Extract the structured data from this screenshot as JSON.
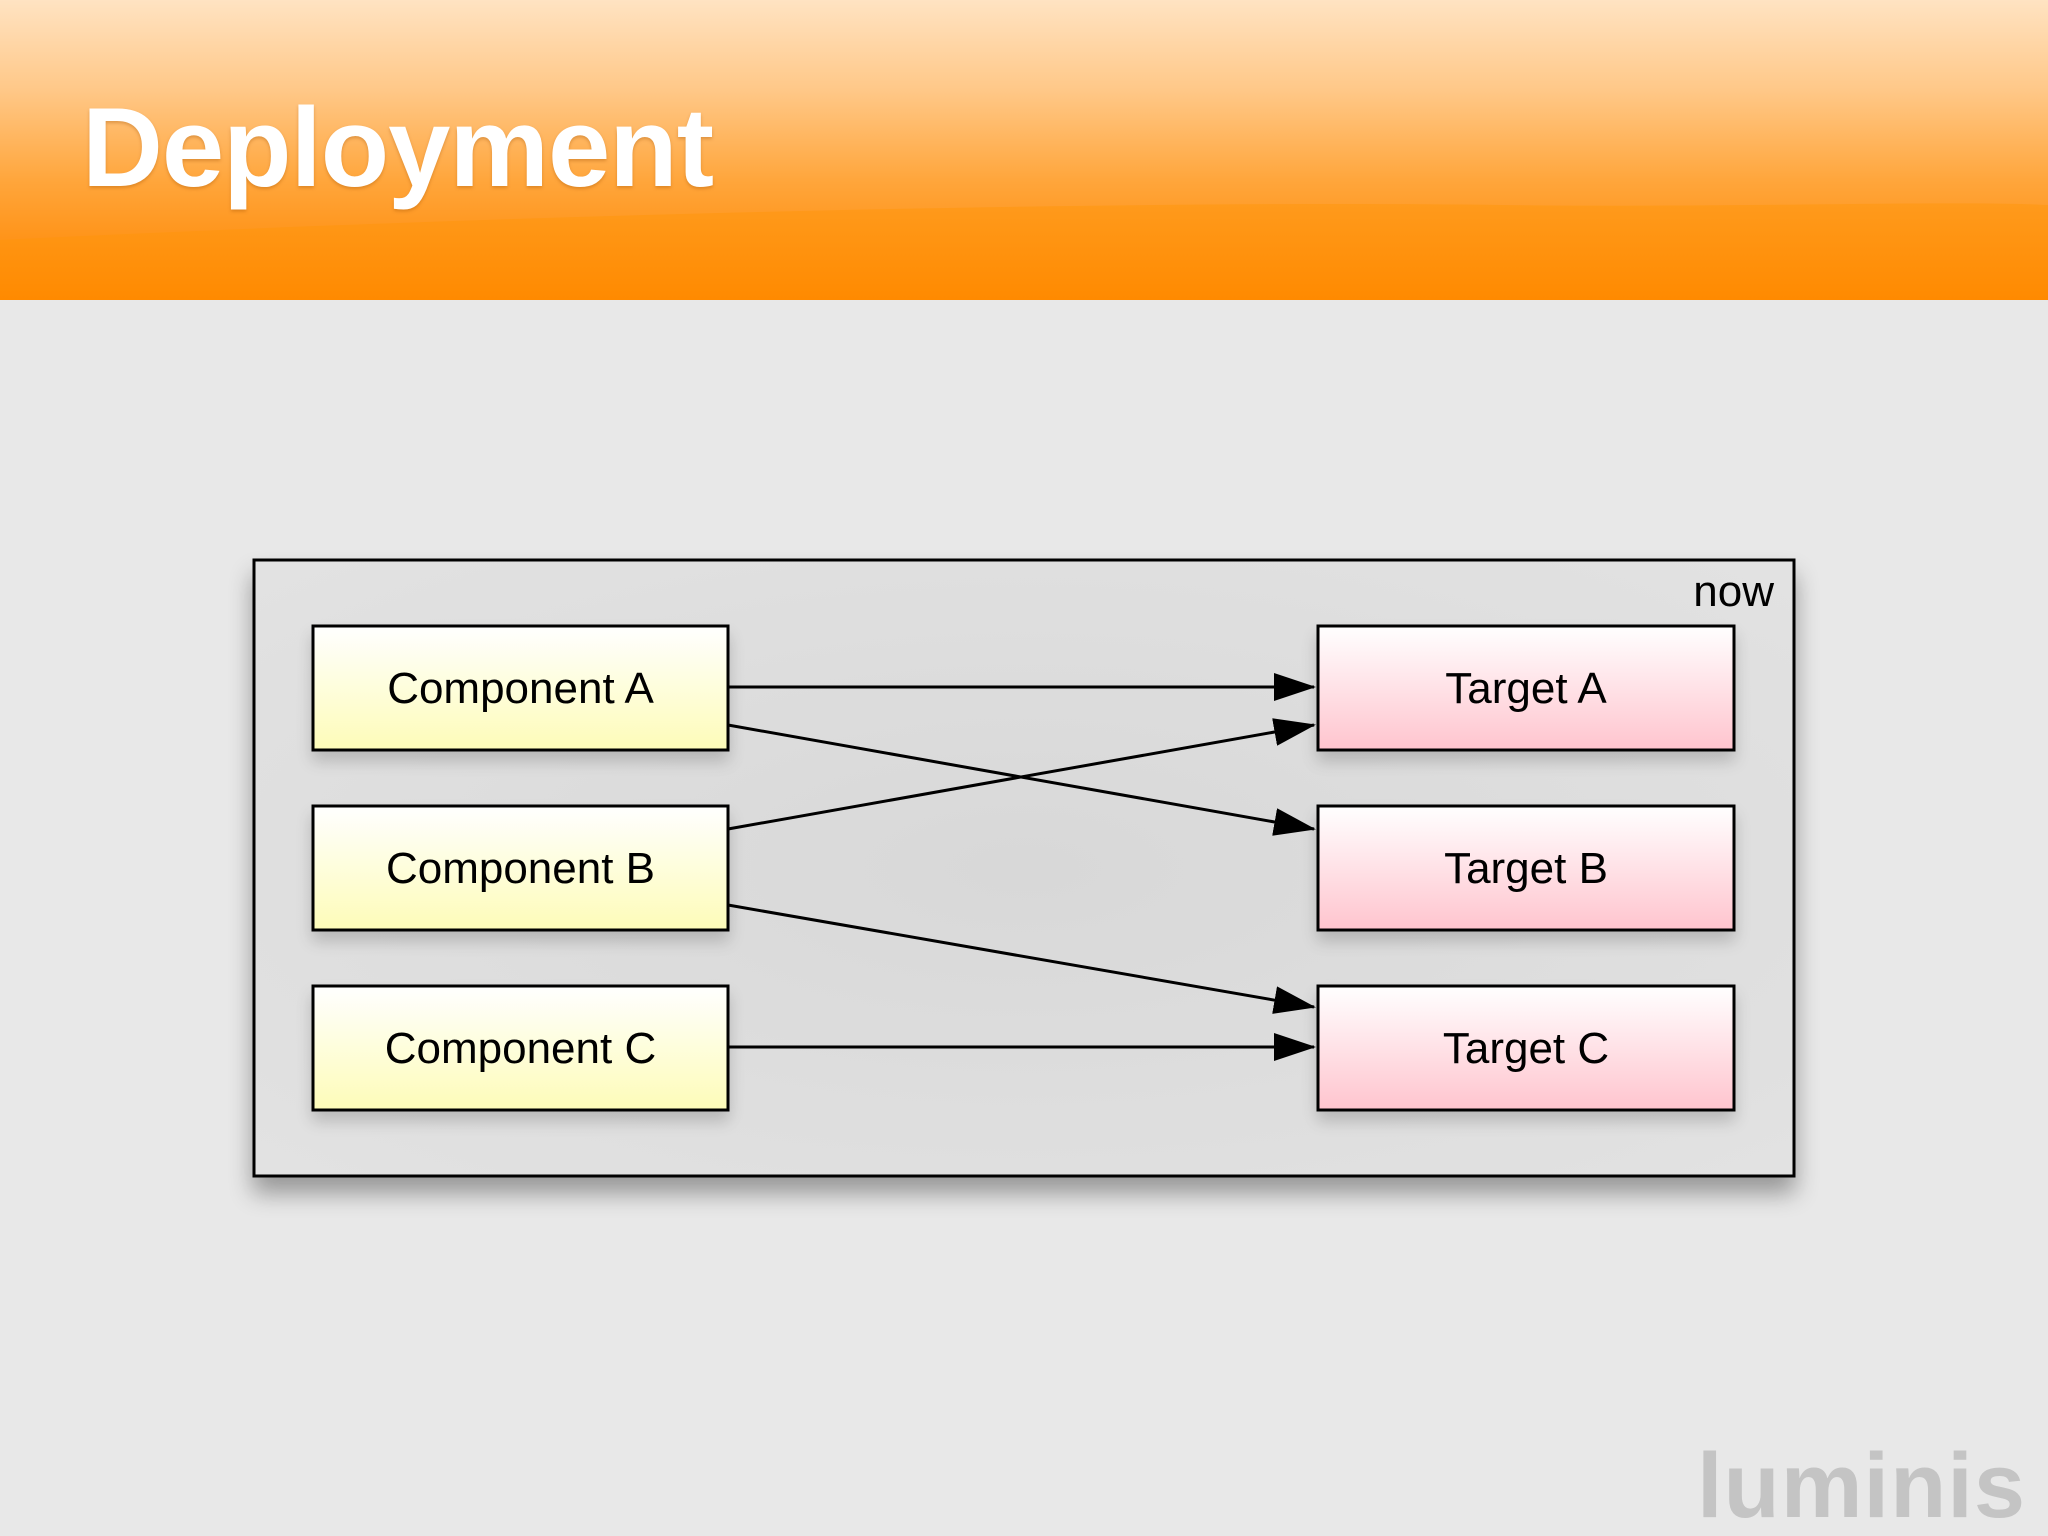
{
  "slide": {
    "title": "Deployment",
    "logo_text": "luminis"
  },
  "diagram": {
    "container_label": "now",
    "components": [
      {
        "id": "ca",
        "label": "Component A"
      },
      {
        "id": "cb",
        "label": "Component B"
      },
      {
        "id": "cc",
        "label": "Component C"
      }
    ],
    "targets": [
      {
        "id": "ta",
        "label": "Target A"
      },
      {
        "id": "tb",
        "label": "Target B"
      },
      {
        "id": "tc",
        "label": "Target C"
      }
    ],
    "edges": [
      {
        "from": "Component A",
        "to": "Target A"
      },
      {
        "from": "Component A",
        "to": "Target B"
      },
      {
        "from": "Component B",
        "to": "Target A"
      },
      {
        "from": "Component B",
        "to": "Target C"
      },
      {
        "from": "Component C",
        "to": "Target C"
      }
    ]
  },
  "colors": {
    "header_orange": "#ff8a00",
    "background": "#e8e8e8",
    "container_fill": "#dcdcdc",
    "component_fill_top": "#ffffff",
    "component_fill_bottom": "#fdfcb8",
    "target_fill_top": "#ffffff",
    "target_fill_bottom": "#ffc4ce",
    "logo_gray": "#c4c4c4"
  }
}
